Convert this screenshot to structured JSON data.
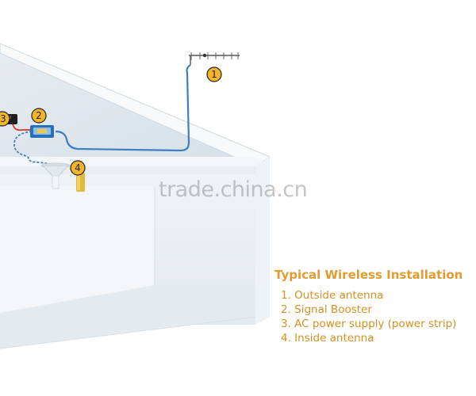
{
  "watermark": "trade.china.cn",
  "legend": {
    "title": "Typical Wireless Installation",
    "items": [
      "1. Outside antenna",
      "2. Signal Booster",
      "3. AC power supply (power strip)",
      "4. Inside antenna"
    ]
  },
  "callouts": [
    "1",
    "2",
    "3",
    "4"
  ],
  "colors": {
    "cable": "#3a7fc0",
    "power_cable": "#e0302c",
    "callout_fill": "#f4b52b",
    "legend_text": "#d78f1f",
    "house_wall": "#e9f0f5",
    "roof": "#dfe7ee"
  },
  "icons": [
    "yagi-antenna-icon",
    "signal-booster-icon",
    "power-supply-icon",
    "ceiling-antenna-icon"
  ]
}
